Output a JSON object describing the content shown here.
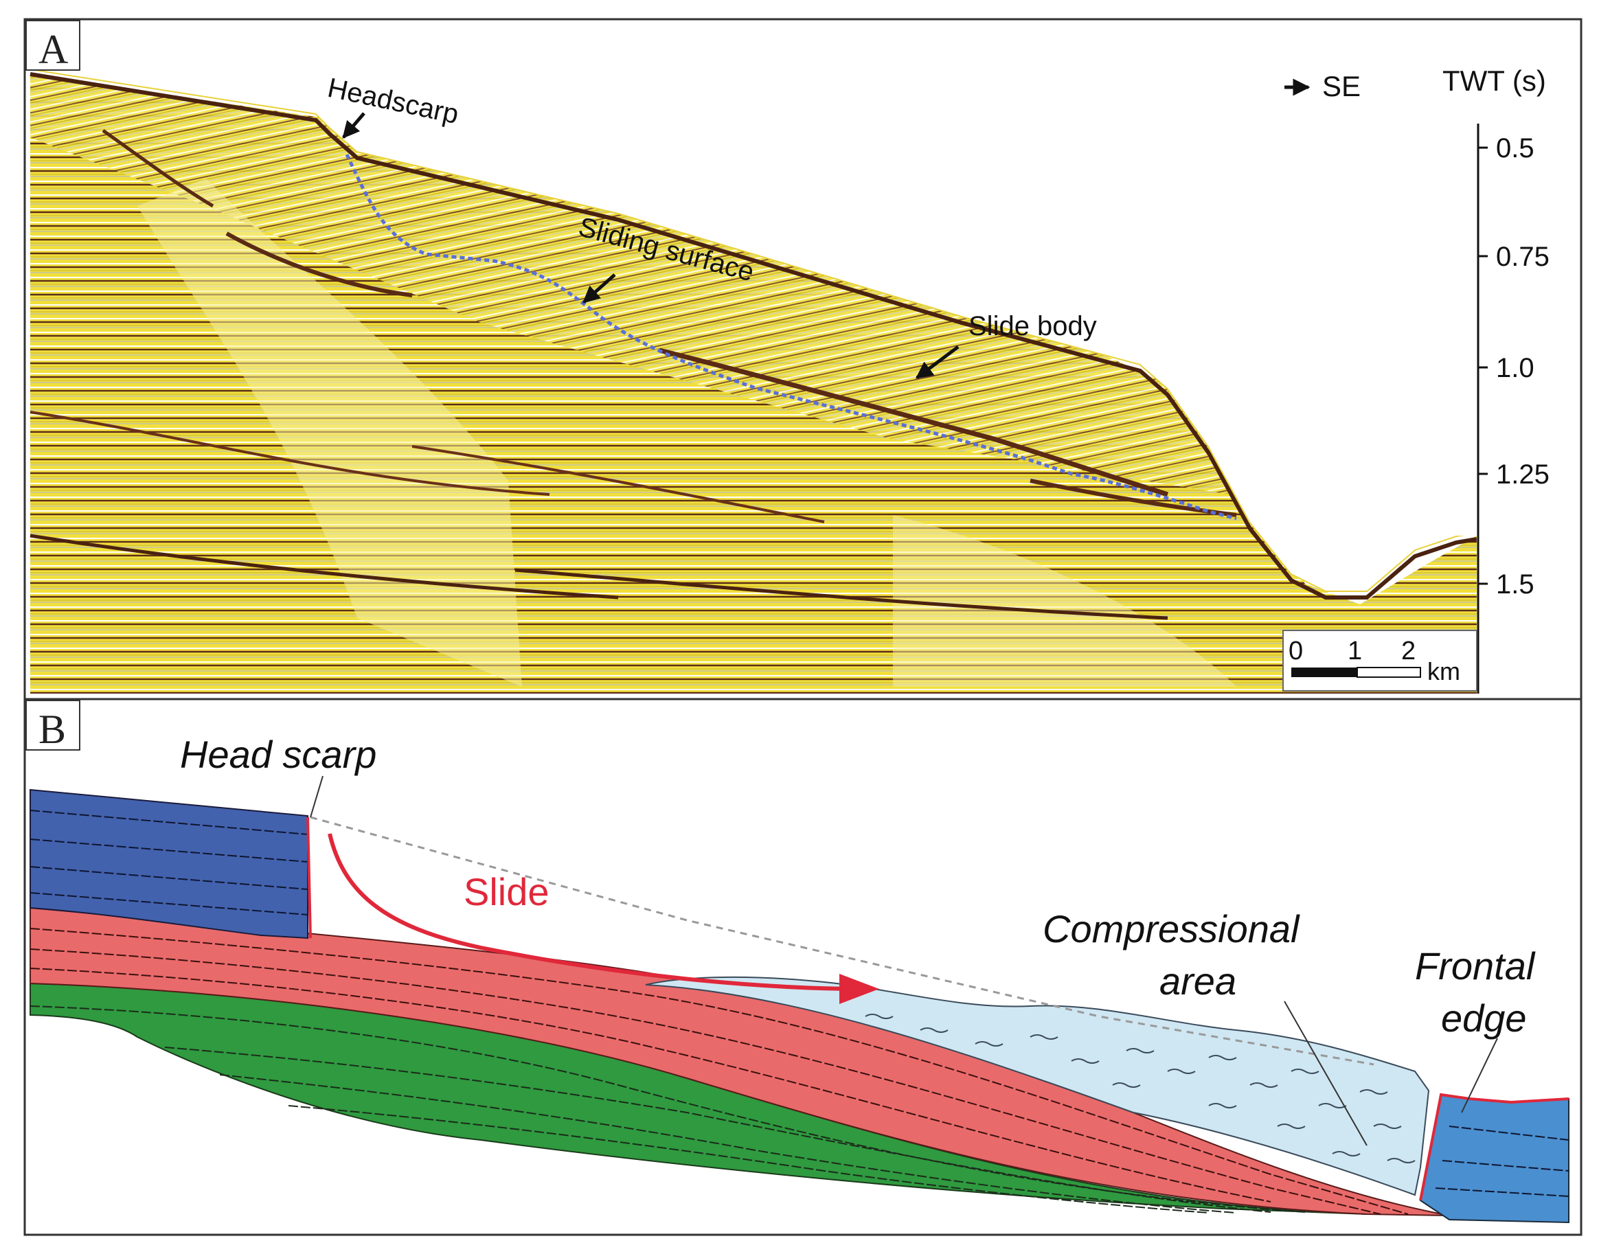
{
  "panel_a": {
    "label": "A",
    "direction": "SE",
    "axis_title": "TWT (s)",
    "ticks": [
      "0.5",
      "0.75",
      "1.0",
      "1.25",
      "1.5"
    ],
    "annotations": {
      "headscarp": "Headscarp",
      "sliding_surface": "Sliding surface",
      "slide_body": "Slide body"
    },
    "scale_bar": {
      "labels": [
        "0",
        "1",
        "2"
      ],
      "unit": "km"
    }
  },
  "panel_b": {
    "label": "B",
    "annotations": {
      "head_scarp": "Head scarp",
      "slide": "Slide",
      "compressional_line1": "Compressional",
      "compressional_line2": "area",
      "frontal_line1": "Frontal",
      "frontal_line2": "edge"
    }
  },
  "colors": {
    "seismic_yellow": "#f2e23a",
    "sliding_surface": "#5a6fd8",
    "blue_strata": "#4262ad",
    "red_strata": "#e96a6a",
    "green_strata": "#2f9a3f",
    "slide_mass": "#cfe7f2",
    "frontal_block": "#4a8fcf",
    "slide_arrow": "#e0283a"
  }
}
